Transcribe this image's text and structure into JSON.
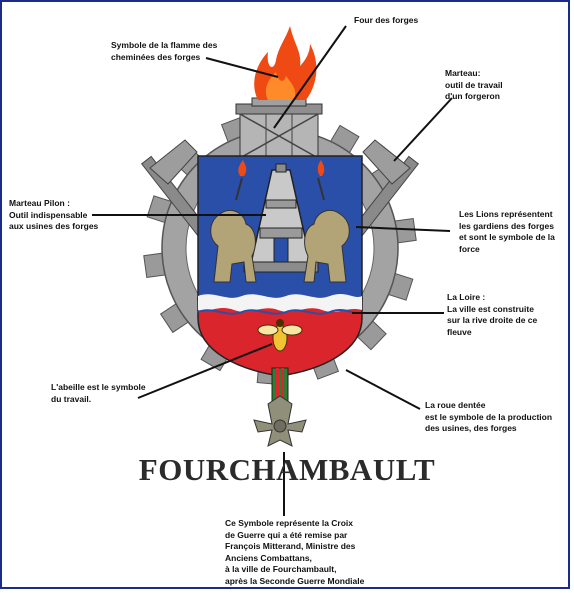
{
  "city_name": "FOURCHAMBAULT",
  "colors": {
    "shield_blue": "#2a4fa8",
    "shield_red": "#d9252b",
    "flame": "#f04a14",
    "gear_gray": "#9a9a9a",
    "lion_gold": "#b3a477",
    "frame_blue": "#1a2b8c"
  },
  "annotations": {
    "four": [
      "Four des forges"
    ],
    "flamme": [
      "Symbole de la flamme des",
      "cheminées des forges"
    ],
    "marteau": [
      "Marteau:",
      "outil de travail",
      "d'un forgeron"
    ],
    "pilon": [
      "Marteau Pilon :",
      "Outil indispensable",
      "aux usines des forges"
    ],
    "lions": [
      "Les Lions représentent",
      "les gardiens des forges",
      "et sont le symbole de la",
      "force"
    ],
    "loire": [
      "La Loire :",
      "La ville est construite",
      "sur la rive droite de ce",
      "fleuve"
    ],
    "abeille": [
      "L'abeille est le symbole",
      "du travail."
    ],
    "roue": [
      "La roue dentée",
      "est le symbole de la production",
      "des usines, des forges"
    ],
    "croix": [
      "Ce Symbole représente la Croix",
      "de Guerre qui a été remise par",
      "François Mitterand, Ministre des",
      "Anciens Combattans,",
      "à la ville de Fourchambault,",
      "après la Seconde Guerre Mondiale"
    ]
  }
}
